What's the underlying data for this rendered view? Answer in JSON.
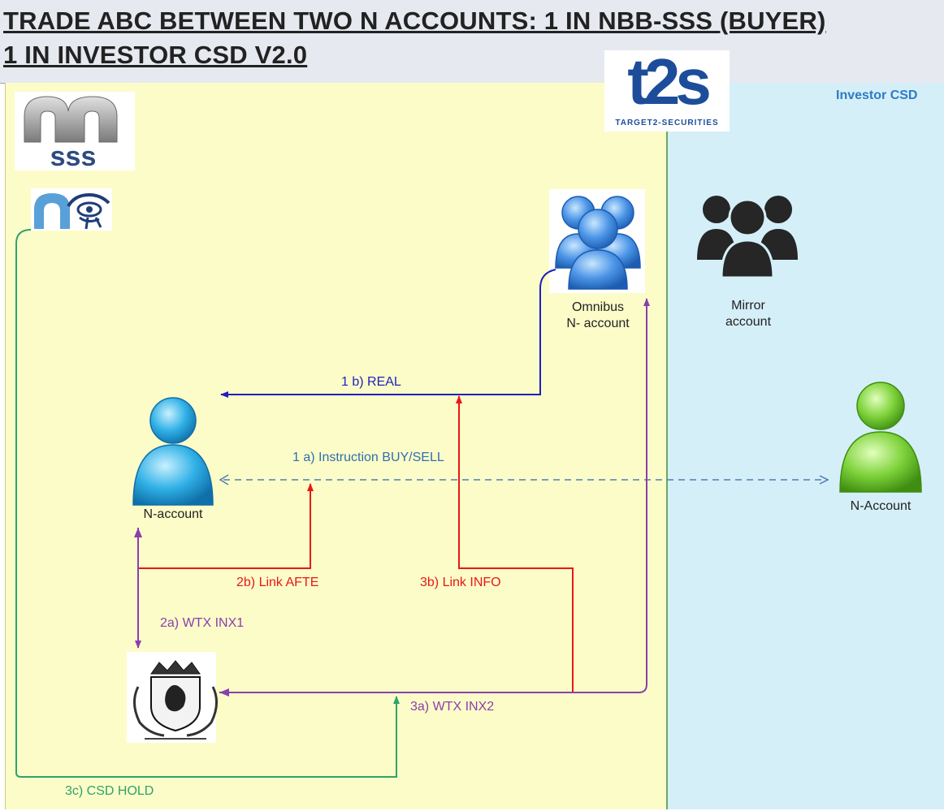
{
  "title": {
    "line1": "TRADE ABC BETWEEN TWO N ACCOUNTS: 1 IN NBB-SSS (BUYER)",
    "line2": "1 IN INVESTOR CSD V2.0"
  },
  "zones": {
    "investor_csd": "Investor CSD"
  },
  "logos": {
    "t2s_main": "t2s",
    "t2s_tagline": "TARGET2-SECURITIES",
    "nbb_sss": "sss"
  },
  "nodes": {
    "omnibus": {
      "line1": "Omnibus",
      "line2": "N- account"
    },
    "mirror": {
      "line1": "Mirror",
      "line2": "account"
    },
    "n_account_left": "N-account",
    "n_account_right": "N-Account"
  },
  "flows": {
    "real": "1 b) REAL",
    "instruction": "1 a) Instruction BUY/SELL",
    "link_afte": "2b) Link AFTE",
    "link_info": "3b) Link INFO",
    "wtx_inx1": "2a) WTX INX1",
    "wtx_inx2": "3a) WTX INX2",
    "csd_hold": "3c) CSD HOLD"
  },
  "colors": {
    "blue": "#1f1fc0",
    "red": "#e81818",
    "purple": "#8a3fae",
    "green": "#2ea36a",
    "dashed": "#4f7fb5",
    "zone_nbb": "#fcfcc8",
    "zone_investor": "#d5eff8"
  }
}
